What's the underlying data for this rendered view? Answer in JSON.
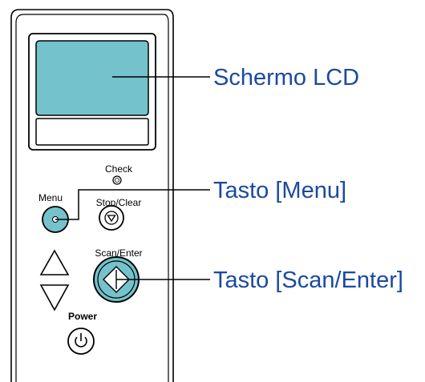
{
  "panel": {
    "check_label": "Check",
    "menu_label": "Menu",
    "stop_clear_label": "Stop/Clear",
    "scan_enter_label": "Scan/Enter",
    "power_label": "Power"
  },
  "callouts": {
    "lcd": "Schermo LCD",
    "menu": "Tasto [Menu]",
    "scan_enter": "Tasto [Scan/Enter]"
  },
  "colors": {
    "highlight": "#74c2cc",
    "callout_text": "#1a4aa0",
    "outline": "#000000",
    "lcd_glass": "#ffffff"
  }
}
